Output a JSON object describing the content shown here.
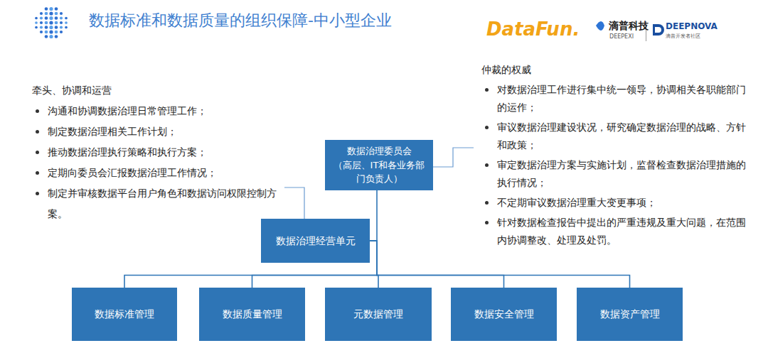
{
  "diagram": {
    "title": "数据标准和数据质量的组织保障-中小型企业",
    "nodes": [
      {
        "text": [
          "数据治理委员会",
          "（高层、IT和各业务部门负责人）"
        ]
      },
      {
        "text": [
          "数据治理经营单元"
        ]
      },
      {
        "text": [
          "数据标准管理"
        ]
      },
      {
        "text": [
          "数据质量管理"
        ]
      },
      {
        "text": [
          "元数据管理"
        ]
      },
      {
        "text": [
          "数据安全管理"
        ]
      },
      {
        "text": [
          "数据资产管理"
        ]
      }
    ],
    "edges": [
      {
        "from": 0,
        "to": 1,
        "arrow": "none"
      },
      {
        "from": 1,
        "to": 2,
        "arrow": "none"
      },
      {
        "from": 1,
        "to": 3,
        "arrow": "none"
      },
      {
        "from": 1,
        "to": 4,
        "arrow": "none"
      },
      {
        "from": 1,
        "to": 5,
        "arrow": "none"
      },
      {
        "from": 1,
        "to": 6,
        "arrow": "none"
      }
    ],
    "labels": [
      "DataFun.",
      "滴普科技",
      "DEEPEXI",
      "DEEPNOVA",
      "滴普开发者社区",
      "牵头、协调和运营",
      "沟通和协调数据治理日常管理工作；",
      "制定数据治理相关工作计划；",
      "推动数据治理执行策略和执行方案；",
      "定期向委员会汇报数据治理工作情况；",
      "制定并审核数据平台用户角色和数据访问权限控制方案。",
      "仲裁的权威",
      "对数据治理工作进行集中统一领导，协调相关各职能部门的运作；",
      "审议数据治理建设状况，研究确定数据治理的战略、方针和政策；",
      "审定数据治理方案与实施计划，监督检查数据治理措施的执行情况；",
      "不定期审议数据治理重大变更事项；",
      "针对数据检查报告中提出的严重违规及重大问题，在范围内协调整改、处理及处罚。"
    ]
  }
}
